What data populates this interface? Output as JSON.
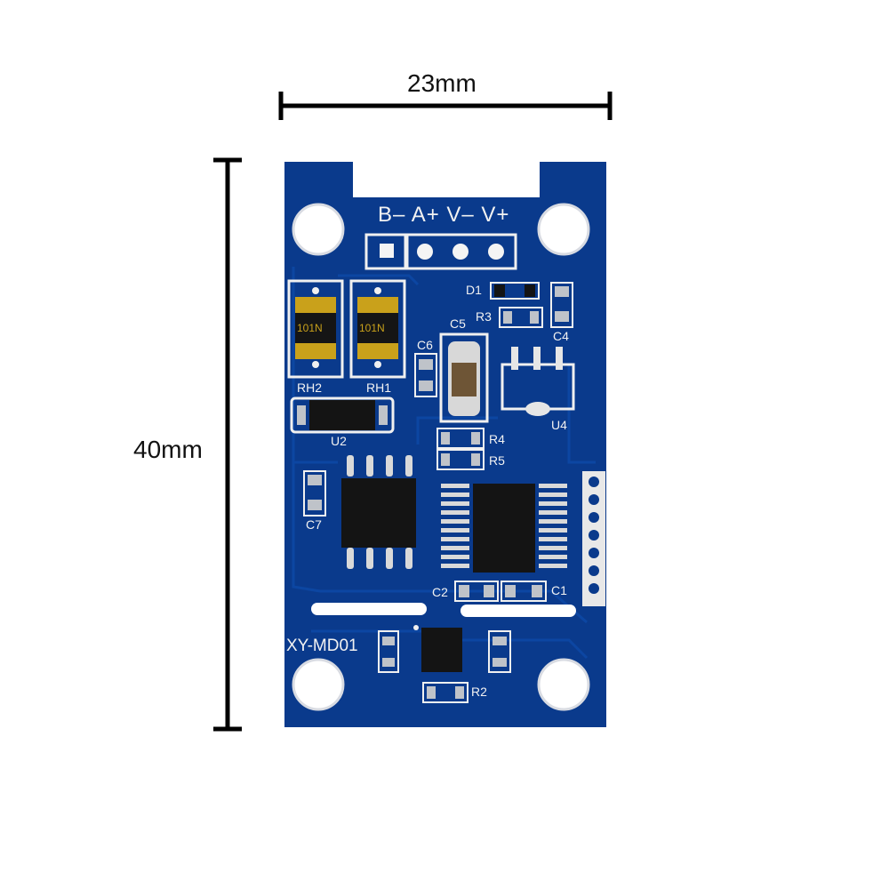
{
  "dimensions": {
    "width_label": "23mm",
    "height_label": "40mm"
  },
  "board": {
    "name": "XY-MD01",
    "color": "#0a3a8c",
    "header_pins": "B– A+ V– V+",
    "labels": {
      "d1": "D1",
      "r3": "R3",
      "c4": "C4",
      "c5": "C5",
      "c6": "C6",
      "rh2": "RH2",
      "rh1": "RH1",
      "u2": "U2",
      "u4": "U4",
      "r4": "R4",
      "r5": "R5",
      "c7": "C7",
      "c2": "C2",
      "c1": "C1",
      "r2": "R2"
    },
    "resistor_marking": "101N"
  }
}
